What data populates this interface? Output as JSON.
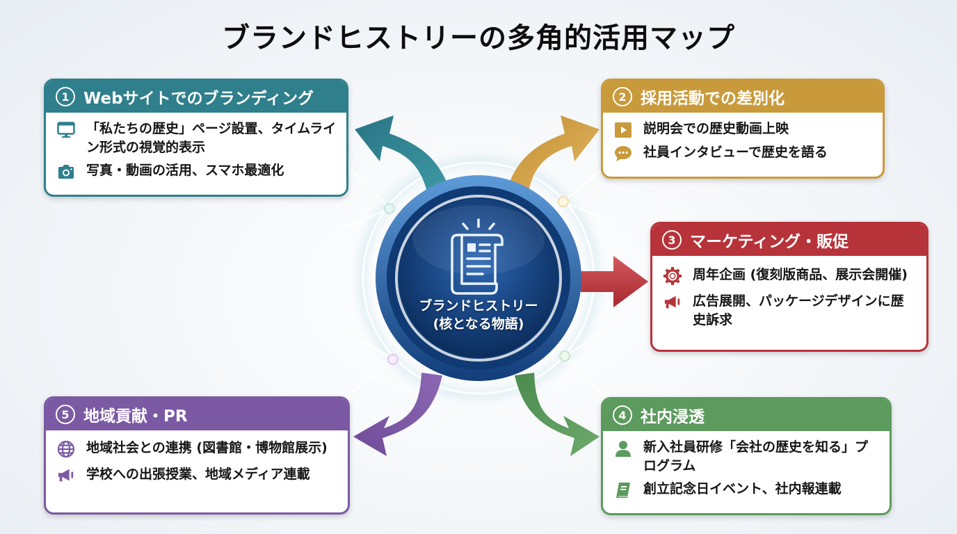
{
  "title": "ブランドヒストリーの多角的活用マップ",
  "center": {
    "line1": "ブランドヒストリー",
    "line2": "(核となる物語)",
    "icon": "document-scroll-icon"
  },
  "colors": {
    "teal": "#2f7f8c",
    "gold": "#c99a3c",
    "red": "#b7333a",
    "green": "#5c9a5e",
    "purple": "#7b59a3",
    "core_blue": "#1a4f96"
  },
  "cards": [
    {
      "num": "1",
      "title": "Webサイトでのブランディング",
      "items": [
        {
          "icon": "monitor-icon",
          "text": "「私たちの歴史」ページ設置、タイムライン形式の視覚的表示"
        },
        {
          "icon": "camera-icon",
          "text": "写真・動画の活用、スマホ最適化"
        }
      ]
    },
    {
      "num": "2",
      "title": "採用活動での差別化",
      "items": [
        {
          "icon": "play-icon",
          "text": "説明会での歴史動画上映"
        },
        {
          "icon": "chat-bubble-icon",
          "text": "社員インタビューで歴史を語る"
        }
      ]
    },
    {
      "num": "3",
      "title": "マーケティング・販促",
      "items": [
        {
          "icon": "gear-icon",
          "text": "周年企画 (復刻版商品、展示会開催)"
        },
        {
          "icon": "megaphone-icon",
          "text": "広告展開、パッケージデザインに歴史訴求"
        }
      ]
    },
    {
      "num": "4",
      "title": "社内浸透",
      "items": [
        {
          "icon": "person-icon",
          "text": "新入社員研修「会社の歴史を知る」プログラム"
        },
        {
          "icon": "notebook-icon",
          "text": "創立記念日イベント、社内報連載"
        }
      ]
    },
    {
      "num": "5",
      "title": "地域貢献・PR",
      "items": [
        {
          "icon": "globe-icon",
          "text": "地域社会との連携 (図書館・博物館展示)"
        },
        {
          "icon": "megaphone-icon",
          "text": "学校への出張授業、地域メディア連載"
        }
      ]
    }
  ]
}
